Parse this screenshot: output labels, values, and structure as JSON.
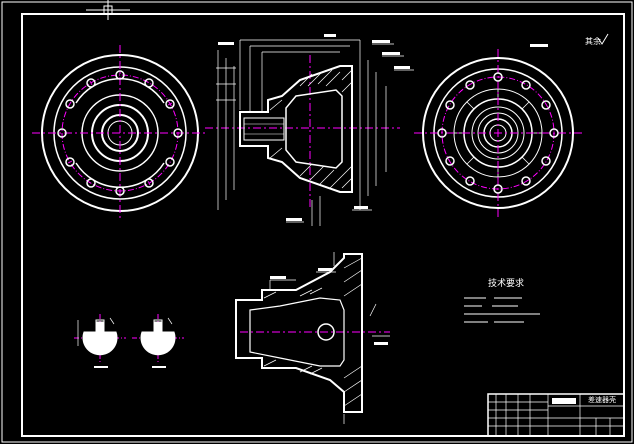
{
  "sheet": {
    "roughness_mark": "其余"
  },
  "notes": {
    "heading": "技术要求",
    "lines": [
      "",
      "",
      "",
      ""
    ]
  },
  "title_block": {
    "part_name": "差速器壳",
    "drawing_code": ""
  },
  "section_views": {
    "left_label": "",
    "right_label": ""
  },
  "colors": {
    "background": "#000000",
    "outline": "#ffffff",
    "centerline": "#ff00ff",
    "hatch": "#ffffff"
  }
}
